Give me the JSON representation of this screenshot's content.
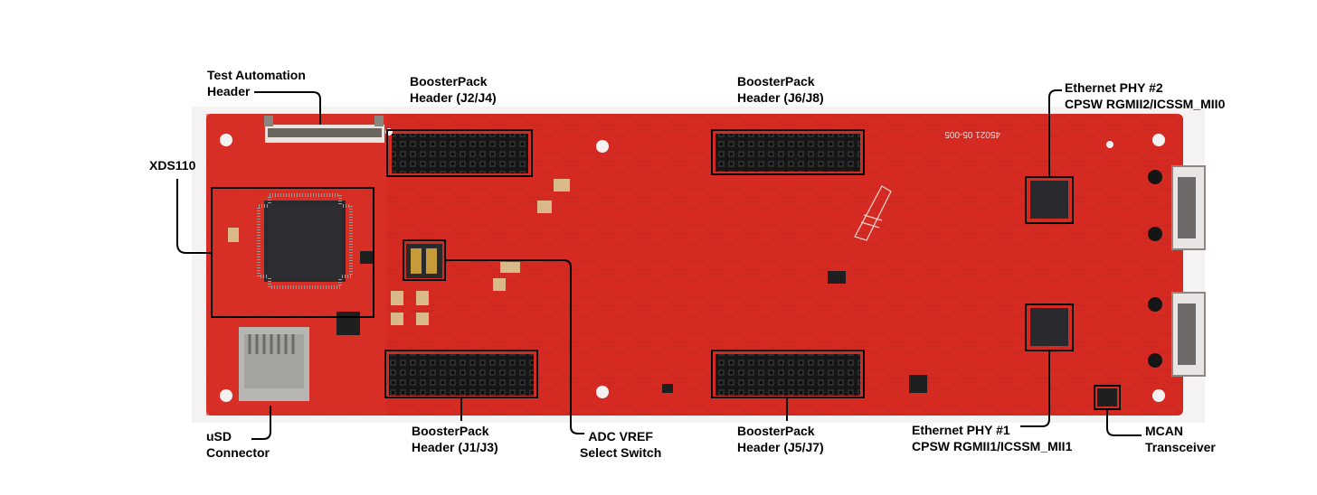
{
  "labels": {
    "test_automation": {
      "line1": "Test Automation",
      "line2": "Header"
    },
    "boosterpack_j2_j4": {
      "line1": "BoosterPack",
      "line2": "Header (J2/J4)"
    },
    "boosterpack_j6_j8": {
      "line1": "BoosterPack",
      "line2": "Header (J6/J8)"
    },
    "ethernet_phy_2": {
      "line1": "Ethernet PHY #2",
      "line2": "CPSW RGMII2/ICSSM_MII0"
    },
    "xds110": {
      "line1": "XDS110"
    },
    "usd_connector": {
      "line1": "uSD",
      "line2": "Connector"
    },
    "boosterpack_j1_j3": {
      "line1": "BoosterPack",
      "line2": "Header (J1/J3)"
    },
    "adc_vref": {
      "line1": "ADC VREF",
      "line2": "Select Switch"
    },
    "boosterpack_j5_j7": {
      "line1": "BoosterPack",
      "line2": "Header (J5/J7)"
    },
    "ethernet_phy_1": {
      "line1": "Ethernet PHY #1",
      "line2": "CPSW RGMII1/ICSSM_MII1"
    },
    "mcan_transceiver": {
      "line1": "MCAN",
      "line2": "Transceiver"
    }
  },
  "board": {
    "silkscreen_id": "45021 05-005",
    "colors": {
      "pcb": "#d42a22",
      "pcb_dark": "#b51e18",
      "header": "#1a1a1a",
      "chip": "#2a2a2e",
      "callout": "#000000"
    }
  }
}
